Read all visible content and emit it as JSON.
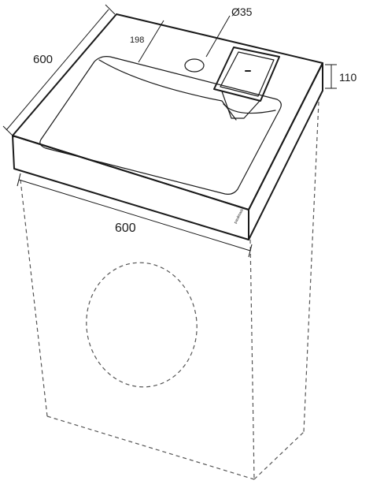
{
  "dimensions": {
    "depth": "600",
    "width": "600",
    "height": "110",
    "tap_hole": "Ø35",
    "tap_offset": "198"
  },
  "brand": "paulmark"
}
